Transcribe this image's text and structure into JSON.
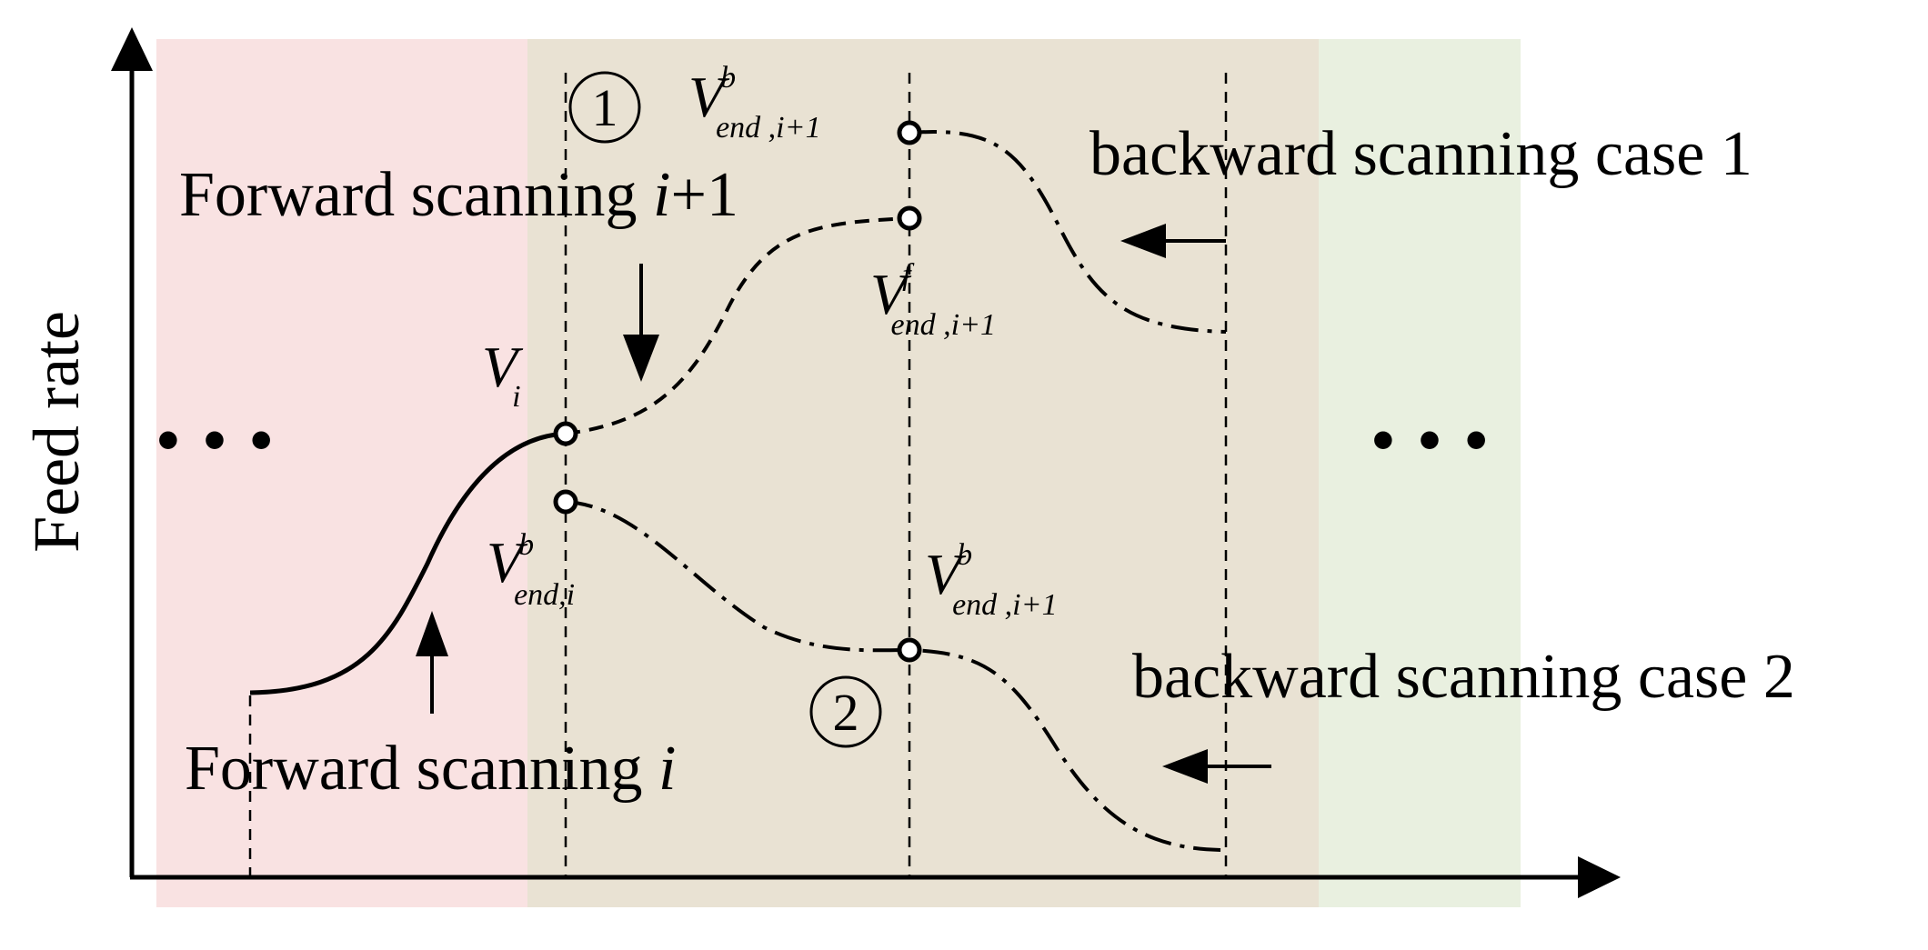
{
  "y_axis_label": "Feed rate",
  "colors": {
    "region_left": "#f9e2e2",
    "region_middle": "#e9e2d3",
    "region_right": "#e9f0e0",
    "ink": "#000000"
  },
  "labels": {
    "forward_i": {
      "text": "Forward scanning ",
      "var": "i"
    },
    "forward_i1": {
      "text": "Forward scanning ",
      "var": "i",
      "suffix": "+1"
    },
    "backward_case1": "backward scanning case 1",
    "backward_case2": "backward scanning case 2",
    "circle_1": "1",
    "circle_2": "2",
    "ellipsis_left": "• • •",
    "ellipsis_right": "• • •"
  },
  "math": {
    "v_i": {
      "base": "V",
      "sub": "i"
    },
    "v_b_end_i": {
      "base": "V",
      "sup": "b",
      "sub": "end,i"
    },
    "v_b_end_i1_top": {
      "base": "V",
      "sup": "b",
      "sub": "end ,i+1"
    },
    "v_f_end_i1": {
      "base": "V",
      "sup": "f",
      "sub": "end ,i+1"
    },
    "v_b_end_i1_mid": {
      "base": "V",
      "sup": "b",
      "sub": "end ,i+1"
    }
  }
}
